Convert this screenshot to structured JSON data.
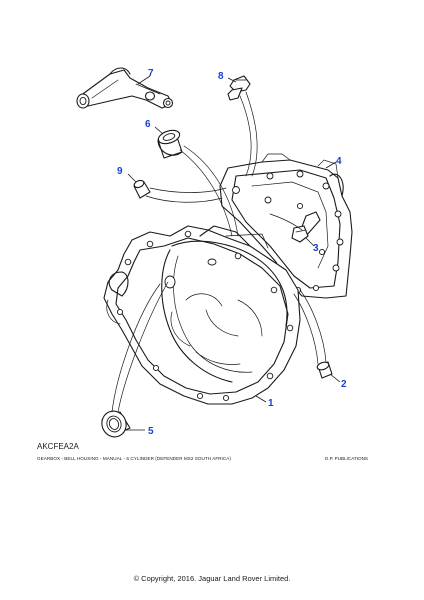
{
  "figure_code": "AKCFEA2A",
  "caption": "GEARBOX - BELL HOUSING - MANUAL - 6 CYLINDER (DEFENDER MS2 SOUTH AFRICA)",
  "publisher": "D.P. PUBLICATIONS",
  "copyright": "© Copyright, 2016. Jaguar Land Rover Limited.",
  "callout_color": "#1c3fd0",
  "callouts": [
    "1",
    "2",
    "3",
    "4",
    "5",
    "6",
    "7",
    "8",
    "9"
  ],
  "parts": [
    {
      "callout": "1",
      "icon": "bell-housing-icon"
    },
    {
      "callout": "2",
      "icon": "dowel-icon"
    },
    {
      "callout": "3",
      "icon": "bolt-icon"
    },
    {
      "callout": "4",
      "icon": "adaptor-plate-icon"
    },
    {
      "callout": "5",
      "icon": "oil-seal-icon"
    },
    {
      "callout": "6",
      "icon": "bush-icon"
    },
    {
      "callout": "7",
      "icon": "release-lever-icon"
    },
    {
      "callout": "8",
      "icon": "bolt-icon"
    },
    {
      "callout": "9",
      "icon": "dowel-icon"
    }
  ]
}
